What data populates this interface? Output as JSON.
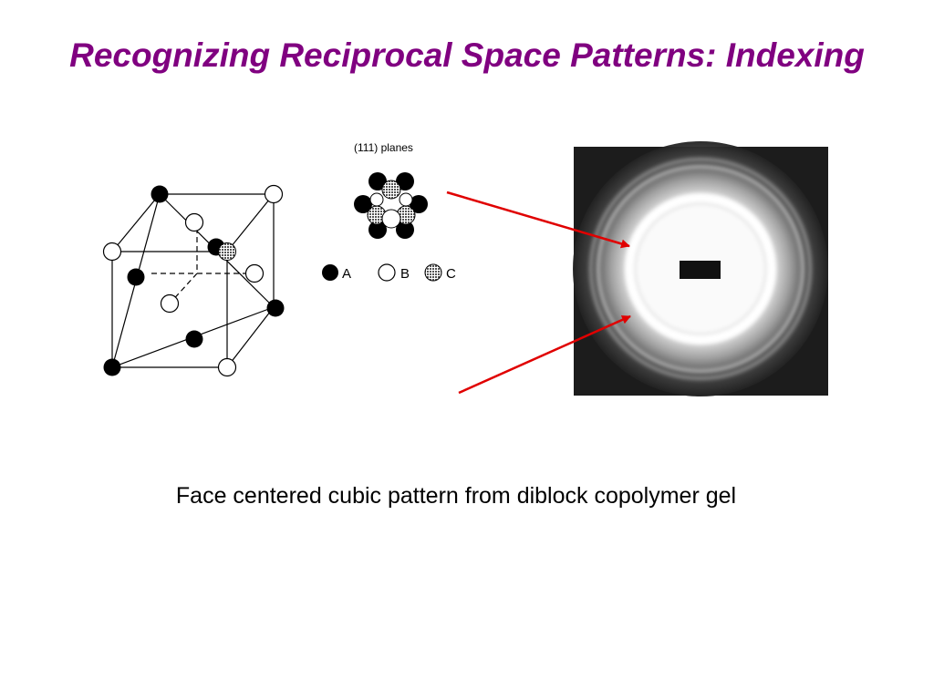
{
  "slide": {
    "title": "Recognizing Reciprocal Space Patterns: Indexing",
    "caption": "Face centered cubic pattern from diblock copolymer gel",
    "title_color": "#800080"
  },
  "planes_diagram": {
    "label": "(111) planes",
    "legend": [
      {
        "key": "A",
        "style": "filled-black"
      },
      {
        "key": "B",
        "style": "open-white"
      },
      {
        "key": "C",
        "style": "hatched-gray"
      }
    ]
  },
  "arrows": {
    "color": "#e00000"
  },
  "icons": {
    "unit_cell": "fcc-unit-cell-illustration",
    "pattern": "saxs-diffraction-rings-image"
  }
}
